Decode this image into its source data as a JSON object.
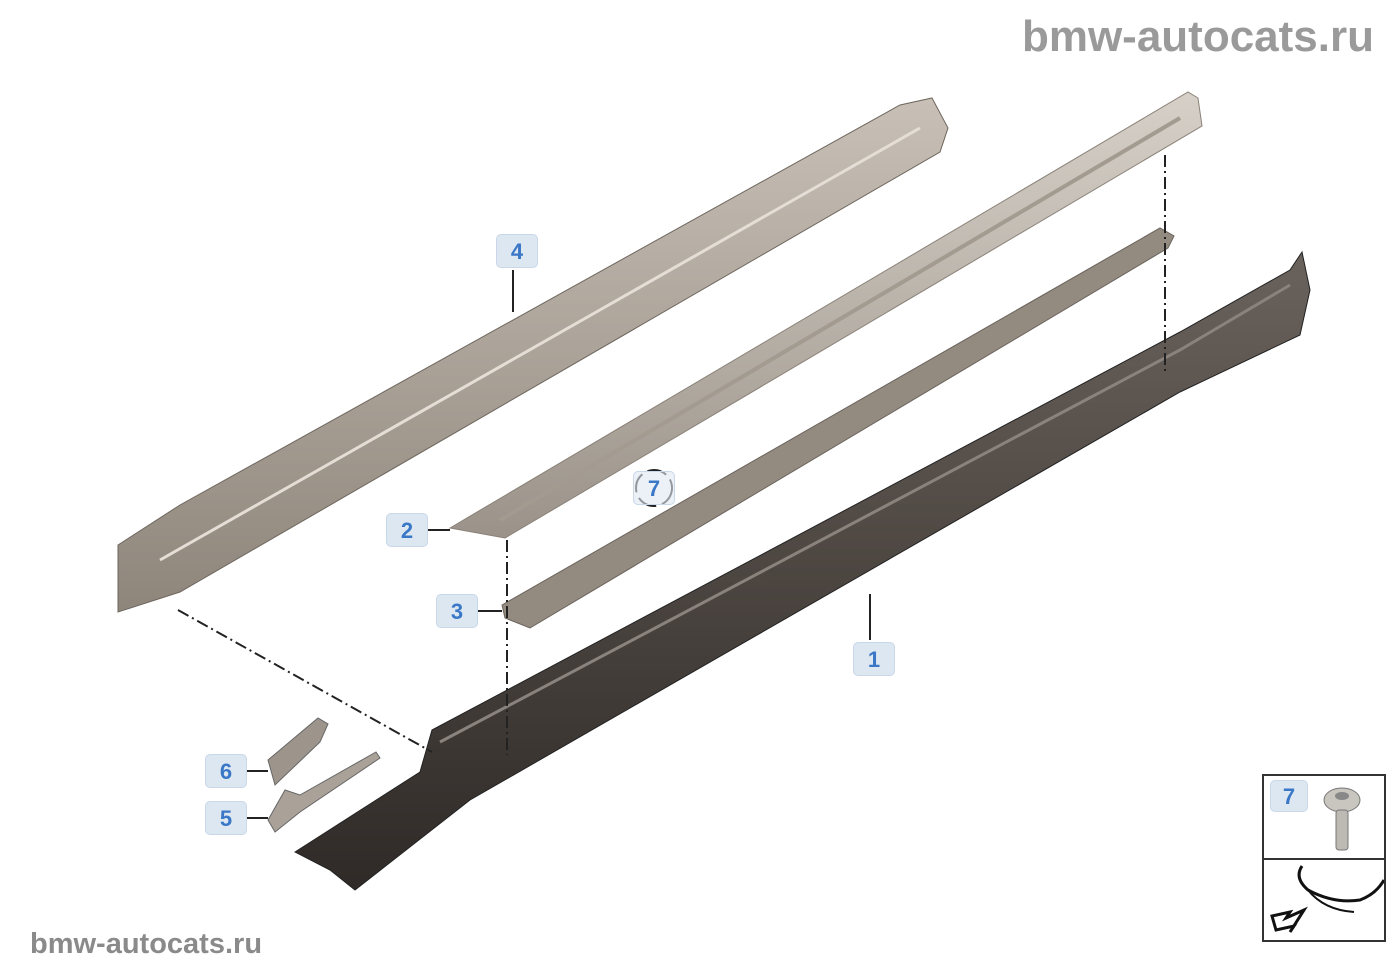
{
  "watermark_top": "bmw-autocats.ru",
  "watermark_bottom": "bmw-autocats.ru",
  "callouts": {
    "p1": "1",
    "p2": "2",
    "p3": "3",
    "p4": "4",
    "p5": "5",
    "p6": "6",
    "p7": "7"
  },
  "inset": {
    "label": "7"
  },
  "colors": {
    "label_bg": "#dde7f2",
    "label_text": "#3a77c6",
    "part_dark": "#4a4440",
    "part_light": "#b3aaa0"
  }
}
